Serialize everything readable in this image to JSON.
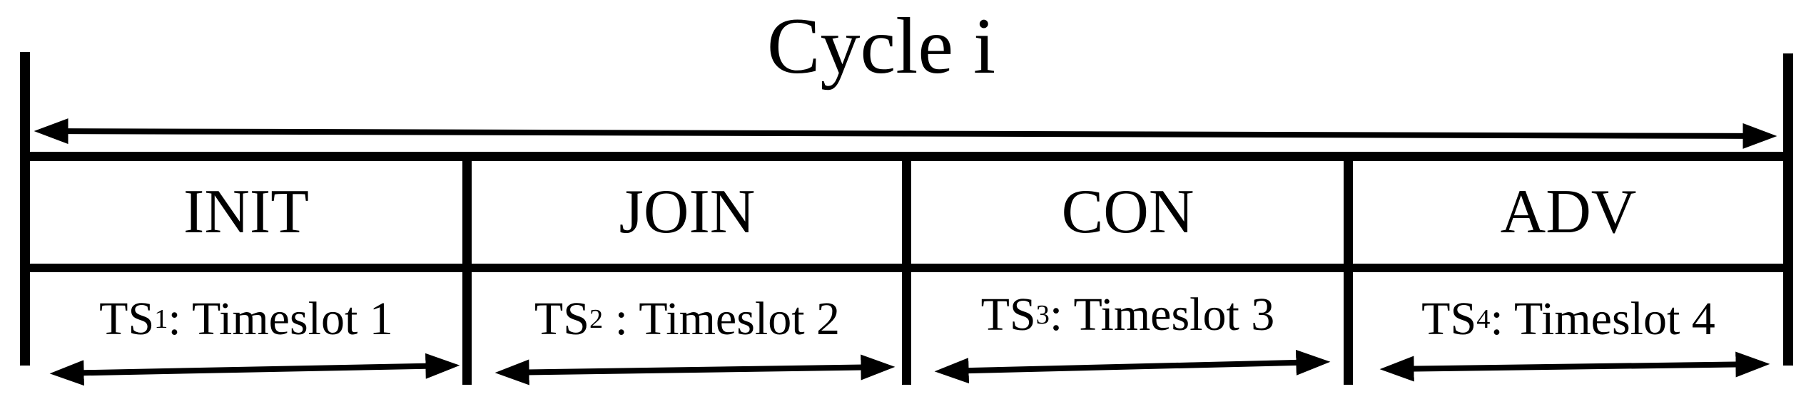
{
  "title": "Cycle i",
  "colors": {
    "ink": "#000000",
    "background": "#ffffff"
  },
  "arrows": {
    "style": "double-headed",
    "cycle_arrow_role": "spans entire cycle between boundary ticks",
    "timeslot_arrow_role": "spans each timeslot cell"
  },
  "phases": [
    {
      "name": "INIT",
      "timeslot": {
        "abbr": "TS",
        "sub": "1",
        "rest": ": Timeslot 1"
      }
    },
    {
      "name": "JOIN",
      "timeslot": {
        "abbr": "TS",
        "sub": "2",
        "rest": " : Timeslot 2"
      }
    },
    {
      "name": "CON",
      "timeslot": {
        "abbr": "TS",
        "sub": "3",
        "rest": ": Timeslot 3"
      }
    },
    {
      "name": "ADV",
      "timeslot": {
        "abbr": "TS",
        "sub": "4",
        "rest": ": Timeslot 4"
      }
    }
  ]
}
